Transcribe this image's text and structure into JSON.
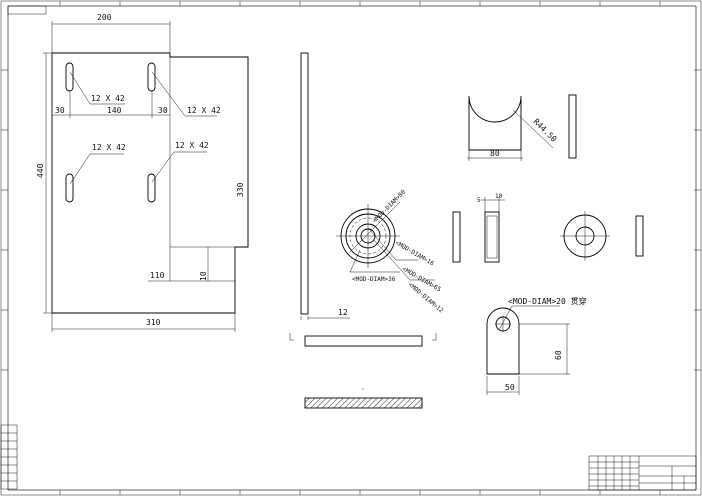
{
  "drawing": {
    "plate_view": {
      "dims": {
        "top_width": "200",
        "height": "440",
        "slot_spacing": "140",
        "edge_left": "30",
        "edge_mid": "30",
        "right_height": "330",
        "bottom_offset": "110",
        "bottom_step": "10",
        "bottom_width": "310"
      },
      "slot_labels": [
        "12 X 42",
        "12 X 42",
        "12 X 42",
        "12 X 42"
      ]
    },
    "bar_view": {
      "thickness": "12"
    },
    "flange_view": {
      "labels": [
        "<MOD-DIAM>80",
        "<MOD-DIAM>16",
        "<MOD-DIAM>65",
        "<MOD-DIAM>36",
        "<MOD-DIAM>12"
      ]
    },
    "section_view": {
      "dims": [
        "5",
        "10"
      ]
    },
    "saddle_view": {
      "width": "80",
      "radius": "R44.50"
    },
    "lug_view": {
      "hole_note": "<MOD-DIAM>20 贯穿",
      "width": "50",
      "height": "60"
    },
    "title_block": {
      "label_a": "",
      "label_b": ""
    }
  },
  "colors": {
    "line": "#000000",
    "paper": "#ffffff"
  }
}
